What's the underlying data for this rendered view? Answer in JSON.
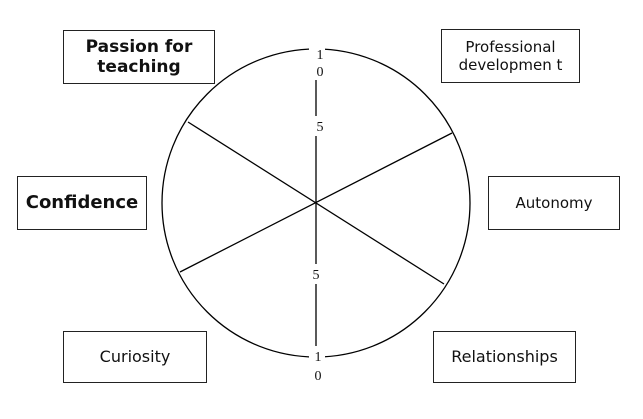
{
  "wheel": {
    "title": "",
    "scale_top": {
      "max_line1": "1",
      "max_line2": "0",
      "mid": "5"
    },
    "scale_bottom": {
      "mid": "5",
      "max_line1": "1",
      "max_line2": "0"
    }
  },
  "segments": [
    {
      "label": "Passion for teaching"
    },
    {
      "label": "Professional developmen t"
    },
    {
      "label": "Autonomy"
    },
    {
      "label": "Relationships"
    },
    {
      "label": "Curiosity"
    },
    {
      "label": "Confidence"
    }
  ],
  "colors": {
    "line": "#000000",
    "box_border": "#222222",
    "text": "#111111"
  }
}
